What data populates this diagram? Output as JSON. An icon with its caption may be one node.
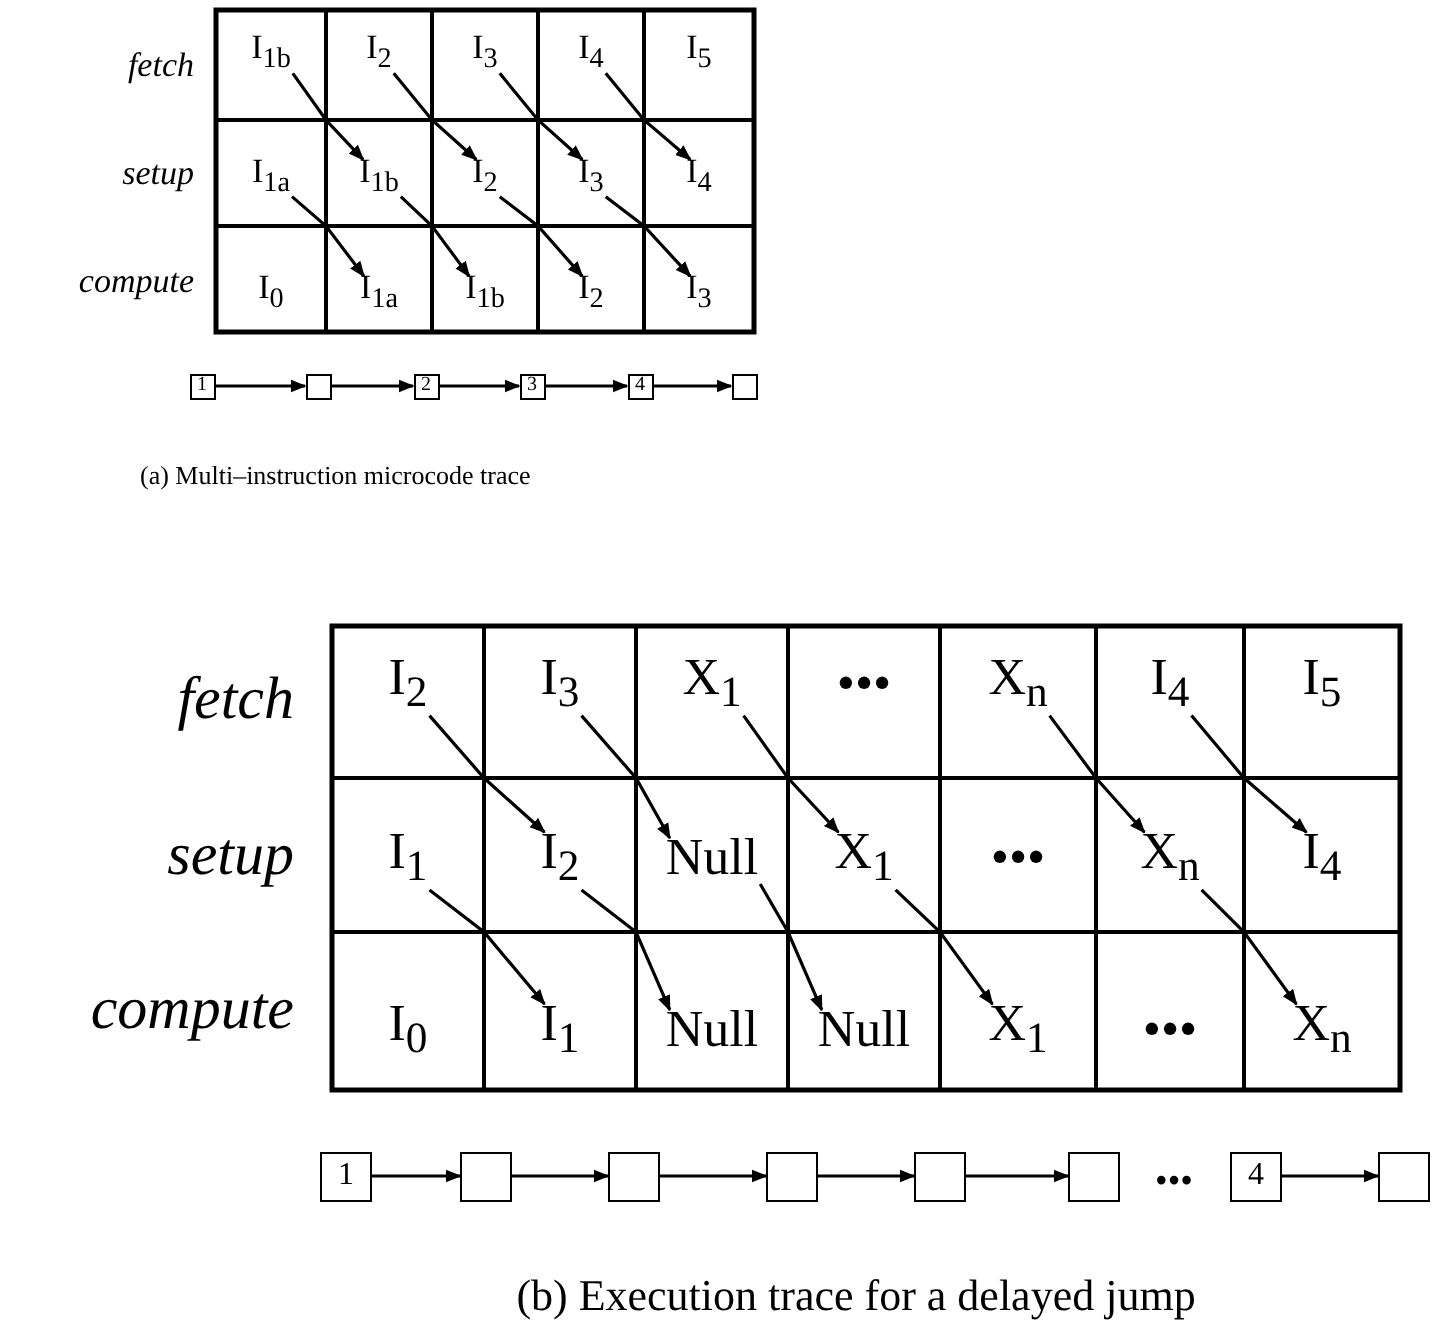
{
  "diagram": {
    "nodes": [
      {
        "text": [
          "I$_{1b}$"
        ]
      },
      {
        "text": [
          "I$_{2}$"
        ]
      },
      {
        "text": [
          "I$_{3}$"
        ]
      },
      {
        "text": [
          "I$_{4}$"
        ]
      },
      {
        "text": [
          "I$_{5}$"
        ]
      },
      {
        "text": [
          "I$_{1a}$"
        ]
      },
      {
        "text": [
          "I$_{1b}$"
        ]
      },
      {
        "text": [
          "I$_{2}$"
        ]
      },
      {
        "text": [
          "I$_{3}$"
        ]
      },
      {
        "text": [
          "I$_{4}$"
        ]
      },
      {
        "text": [
          "I$_{0}$"
        ]
      },
      {
        "text": [
          "I$_{1a}$"
        ]
      },
      {
        "text": [
          "I$_{1b}$"
        ]
      },
      {
        "text": [
          "I$_{2}$"
        ]
      },
      {
        "text": [
          "I$_{3}$"
        ]
      },
      {
        "text": [
          "1"
        ]
      },
      {
        "text": [],
        "shape": "box"
      },
      {
        "text": [
          "2"
        ]
      },
      {
        "text": [
          "3"
        ]
      },
      {
        "text": [
          "4"
        ]
      },
      {
        "text": [],
        "shape": "box"
      },
      {
        "text": [
          "I$_{2}$"
        ]
      },
      {
        "text": [
          "I$_{3}$"
        ]
      },
      {
        "text": [
          "X$_{1}$"
        ]
      },
      {
        "text": [
          "•••"
        ]
      },
      {
        "text": [
          "X$_{n}$"
        ]
      },
      {
        "text": [
          "I$_{4}$"
        ]
      },
      {
        "text": [
          "I$_{5}$"
        ]
      },
      {
        "text": [
          "I$_{1}$"
        ]
      },
      {
        "text": [
          "I$_{2}$"
        ]
      },
      {
        "text": [
          "Null"
        ]
      },
      {
        "text": [
          "X$_{1}$"
        ]
      },
      {
        "text": [
          "•••"
        ]
      },
      {
        "text": [
          "X$_{n}$"
        ]
      },
      {
        "text": [
          "I$_{4}$"
        ]
      },
      {
        "text": [
          "I$_{0}$"
        ]
      },
      {
        "text": [
          "I$_{1}$"
        ]
      },
      {
        "text": [
          "Null"
        ]
      },
      {
        "text": [
          "Null"
        ]
      },
      {
        "text": [
          "X$_{1}$"
        ]
      },
      {
        "text": [
          "•••"
        ]
      },
      {
        "text": [
          "X$_{n}$"
        ]
      },
      {
        "text": [
          "1"
        ]
      },
      {
        "text": [],
        "shape": "box"
      },
      {
        "text": [],
        "shape": "box"
      },
      {
        "text": [],
        "shape": "box"
      },
      {
        "text": [],
        "shape": "box"
      },
      {
        "text": [],
        "shape": "box"
      },
      {
        "text": [
          "4"
        ]
      },
      {
        "text": [],
        "shape": "box"
      }
    ],
    "edges": [
      {
        "from": 0,
        "to": 6,
        "arrow": "to"
      },
      {
        "from": 1,
        "to": 7,
        "arrow": "to"
      },
      {
        "from": 2,
        "to": 8,
        "arrow": "to"
      },
      {
        "from": 3,
        "to": 9,
        "arrow": "to"
      },
      {
        "from": 5,
        "to": 11,
        "arrow": "to"
      },
      {
        "from": 6,
        "to": 12,
        "arrow": "to"
      },
      {
        "from": 7,
        "to": 13,
        "arrow": "to"
      },
      {
        "from": 8,
        "to": 14,
        "arrow": "to"
      },
      {
        "from": 15,
        "to": 16,
        "arrow": "to"
      },
      {
        "from": 16,
        "to": 17,
        "arrow": "to"
      },
      {
        "from": 17,
        "to": 18,
        "arrow": "to"
      },
      {
        "from": 18,
        "to": 19,
        "arrow": "to"
      },
      {
        "from": 19,
        "to": 20,
        "arrow": "to"
      },
      {
        "from": 21,
        "to": 29,
        "arrow": "to"
      },
      {
        "from": 22,
        "to": 30,
        "arrow": "to"
      },
      {
        "from": 23,
        "to": 31,
        "arrow": "to"
      },
      {
        "from": 25,
        "to": 33,
        "arrow": "to"
      },
      {
        "from": 26,
        "to": 34,
        "arrow": "to"
      },
      {
        "from": 28,
        "to": 36,
        "arrow": "to"
      },
      {
        "from": 29,
        "to": 37,
        "arrow": "to"
      },
      {
        "from": 30,
        "to": 38,
        "arrow": "to"
      },
      {
        "from": 31,
        "to": 39,
        "arrow": "to"
      },
      {
        "from": 33,
        "to": 41,
        "arrow": "to"
      },
      {
        "from": 42,
        "to": 43,
        "arrow": "to"
      },
      {
        "from": 43,
        "to": 44,
        "arrow": "to"
      },
      {
        "from": 44,
        "to": 45,
        "arrow": "to"
      },
      {
        "from": 45,
        "to": 46,
        "arrow": "to"
      },
      {
        "from": 46,
        "to": 47,
        "arrow": "to"
      },
      {
        "from": 48,
        "to": 49,
        "arrow": "to"
      }
    ],
    "labels": [
      "fetch",
      "setup",
      "compute",
      "(a) Multi–instruction microcode trace",
      "fetch",
      "setup",
      "compute",
      "•••",
      "(b) Execution trace for a delayed jump"
    ]
  }
}
